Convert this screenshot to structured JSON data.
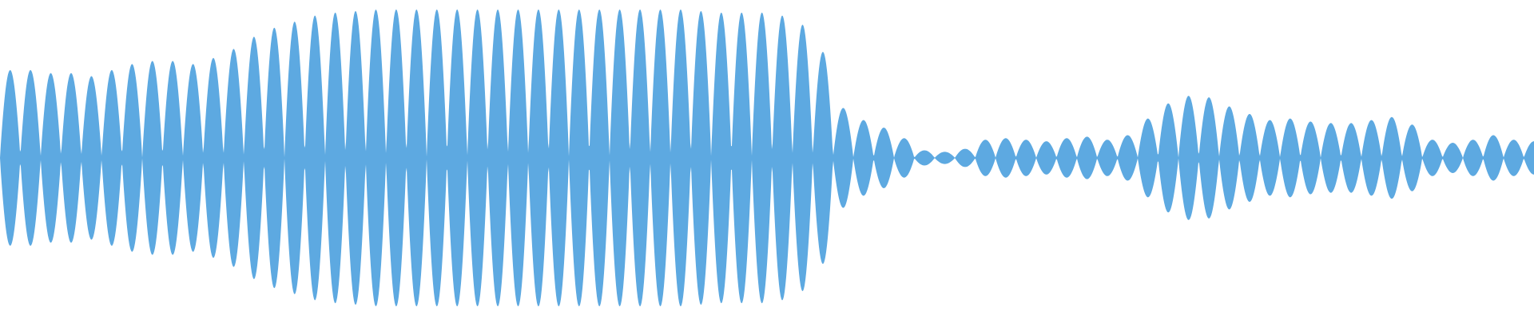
{
  "waveform": {
    "color": "#5DA9E1",
    "background": "#ffffff",
    "peaks": [
      0.58,
      0.58,
      0.56,
      0.56,
      0.54,
      0.58,
      0.62,
      0.64,
      0.64,
      0.62,
      0.66,
      0.72,
      0.8,
      0.86,
      0.9,
      0.94,
      0.96,
      0.97,
      0.98,
      0.98,
      0.98,
      0.98,
      0.98,
      0.98,
      0.98,
      0.98,
      0.98,
      0.98,
      0.98,
      0.98,
      0.98,
      0.98,
      0.98,
      0.98,
      0.97,
      0.96,
      0.96,
      0.96,
      0.94,
      0.88,
      0.7,
      0.33,
      0.25,
      0.2,
      0.13,
      0.05,
      0.04,
      0.06,
      0.12,
      0.13,
      0.12,
      0.11,
      0.13,
      0.14,
      0.12,
      0.15,
      0.26,
      0.36,
      0.41,
      0.4,
      0.34,
      0.29,
      0.25,
      0.26,
      0.24,
      0.23,
      0.23,
      0.25,
      0.27,
      0.22,
      0.12,
      0.1,
      0.12,
      0.15,
      0.12,
      0.11
    ]
  }
}
